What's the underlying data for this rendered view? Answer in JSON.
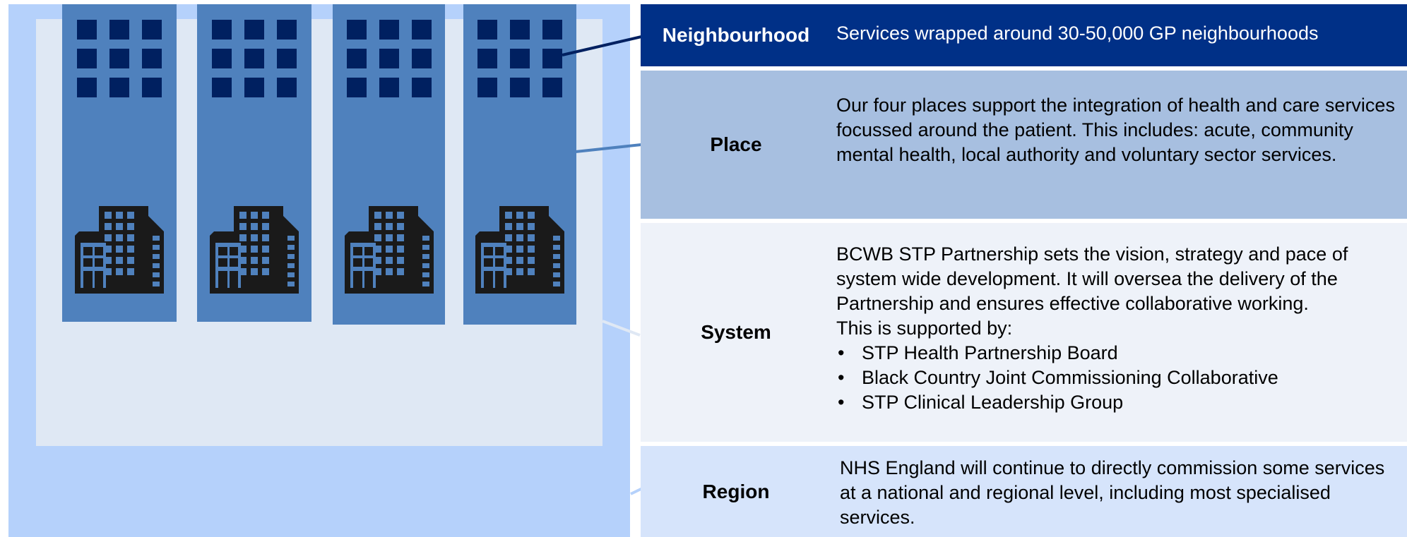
{
  "rows": {
    "neighbourhood": {
      "label": "Neighbourhood",
      "text": "Services wrapped around 30-50,000 GP neighbourhoods"
    },
    "place": {
      "label": "Place",
      "text": "Our four places support the integration of health and care services focussed around the patient. This includes: acute, community mental health, local authority and voluntary sector services."
    },
    "system": {
      "label": "System",
      "line1": "BCWB STP Partnership sets the vision, strategy and pace of system wide development. It will oversea the delivery of the Partnership and ensures effective collaborative working.",
      "line2": "This is supported by:",
      "bullets": [
        "STP Health Partnership Board",
        "Black Country Joint Commissioning Collaborative",
        "STP Clinical Leadership Group"
      ]
    },
    "region": {
      "label": "Region",
      "text": "NHS England will continue to directly commission some services at a national and regional level, including most specialised services."
    }
  },
  "colors": {
    "neighbourhood": "#003087",
    "place": "#a7bfe0",
    "system": "#eef2f9",
    "region": "#d6e4fb",
    "column": "#4f81bd",
    "square": "#002060",
    "building": "#1a1a1a"
  },
  "icons": {
    "gp-square": "square",
    "building": "office-building-icon"
  }
}
